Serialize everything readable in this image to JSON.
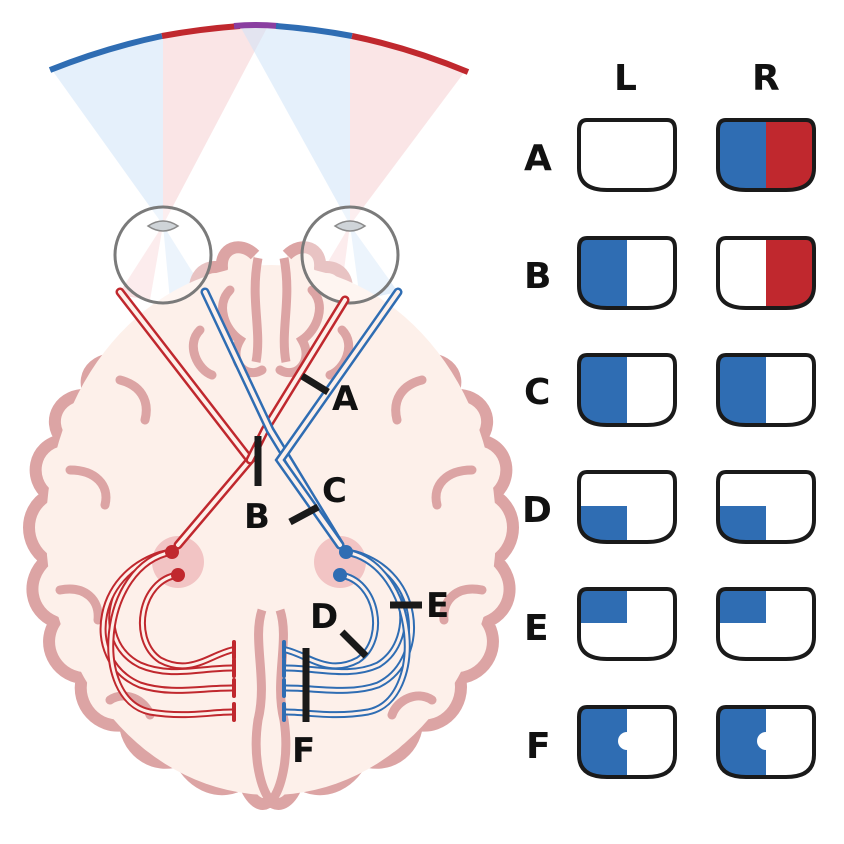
{
  "columns": [
    "L",
    "R"
  ],
  "rows": [
    {
      "label": "A",
      "left": "blank",
      "right": "full-both"
    },
    {
      "label": "B",
      "left": "left-half-blue",
      "right": "right-half-red"
    },
    {
      "label": "C",
      "left": "left-half-blue",
      "right": "left-half-blue"
    },
    {
      "label": "D",
      "left": "lower-left-quadrant-blue",
      "right": "lower-left-quadrant-blue"
    },
    {
      "label": "E",
      "left": "upper-left-quadrant-blue",
      "right": "upper-left-quadrant-blue"
    },
    {
      "label": "F",
      "left": "left-half-macular-sparing",
      "right": "left-half-macular-sparing"
    }
  ],
  "lesions": [
    "A",
    "B",
    "C",
    "D",
    "E",
    "F"
  ],
  "colors": {
    "left_field_blue": "#2f6db3",
    "right_field_red": "#c0282e",
    "overlap_purple": "#8a3ea0",
    "brain_fill": "#fdf0ea",
    "brain_outline": "#dca4a4",
    "lesion_bar": "#1a1a1a"
  }
}
